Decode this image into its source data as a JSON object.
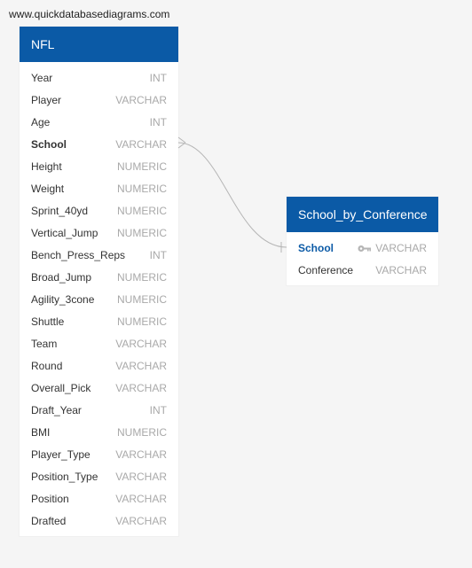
{
  "watermark": "www.quickdatabasediagrams.com",
  "colors": {
    "header_bg": "#0b5aa6",
    "type_text": "#a9a9a9",
    "background": "#f5f5f5"
  },
  "tables": [
    {
      "name": "NFL",
      "fields": [
        {
          "name": "Year",
          "type": "INT"
        },
        {
          "name": "Player",
          "type": "VARCHAR"
        },
        {
          "name": "Age",
          "type": "INT"
        },
        {
          "name": "School",
          "type": "VARCHAR"
        },
        {
          "name": "Height",
          "type": "NUMERIC"
        },
        {
          "name": "Weight",
          "type": "NUMERIC"
        },
        {
          "name": "Sprint_40yd",
          "type": "NUMERIC"
        },
        {
          "name": "Vertical_Jump",
          "type": "NUMERIC"
        },
        {
          "name": "Bench_Press_Reps",
          "type": "INT"
        },
        {
          "name": "Broad_Jump",
          "type": "NUMERIC"
        },
        {
          "name": "Agility_3cone",
          "type": "NUMERIC"
        },
        {
          "name": "Shuttle",
          "type": "NUMERIC"
        },
        {
          "name": "Team",
          "type": "VARCHAR"
        },
        {
          "name": "Round",
          "type": "VARCHAR"
        },
        {
          "name": "Overall_Pick",
          "type": "VARCHAR"
        },
        {
          "name": "Draft_Year",
          "type": "INT"
        },
        {
          "name": "BMI",
          "type": "NUMERIC"
        },
        {
          "name": "Player_Type",
          "type": "VARCHAR"
        },
        {
          "name": "Position_Type",
          "type": "VARCHAR"
        },
        {
          "name": "Position",
          "type": "VARCHAR"
        },
        {
          "name": "Drafted",
          "type": "VARCHAR"
        }
      ]
    },
    {
      "name": "School_by_Conference",
      "fields": [
        {
          "name": "School",
          "type": "VARCHAR",
          "icon": "key-icon"
        },
        {
          "name": "Conference",
          "type": "VARCHAR"
        }
      ]
    }
  ],
  "relationship": {
    "from": "NFL.School",
    "to": "School_by_Conference.School",
    "from_end": "many",
    "to_end": "one"
  }
}
